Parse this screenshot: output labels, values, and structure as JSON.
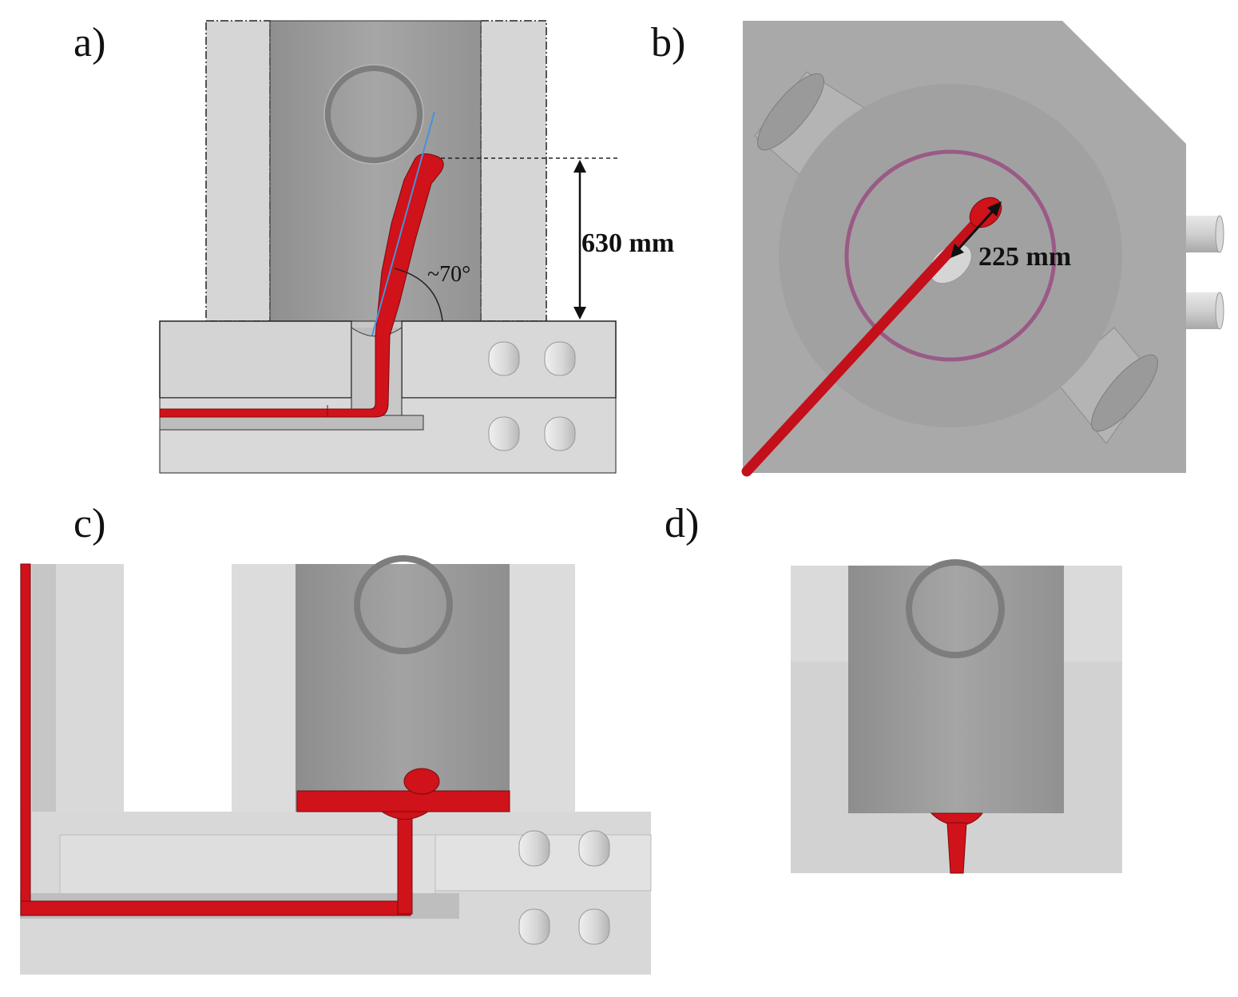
{
  "panels": {
    "a": {
      "label": "a)",
      "height_dimension": "630 mm",
      "angle_annotation": "~70°"
    },
    "b": {
      "label": "b)",
      "length_dimension": "225 mm"
    },
    "c": {
      "label": "c)"
    },
    "d": {
      "label": "d)"
    }
  },
  "colors": {
    "background": "#ffffff",
    "light_block": "#d8d8d8",
    "mid_block": "#c4c4c4",
    "cylinder": "#9a9a9a",
    "flow_red": "#d0121a",
    "ring_purple": "#9a5a86",
    "angle_line_blue": "#4a90d9"
  }
}
